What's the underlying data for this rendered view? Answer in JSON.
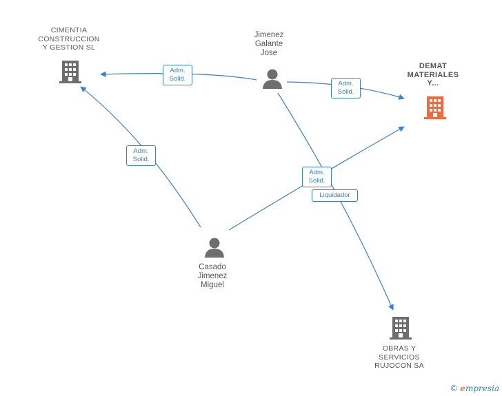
{
  "nodes": {
    "cimentia": {
      "label": "CIMENTIA CONSTRUCCION Y GESTION SL",
      "lines": [
        "CIMENTIA",
        "CONSTRUCCION",
        "Y GESTION SL"
      ],
      "type": "company"
    },
    "demat": {
      "label": "DEMAT MATERIALES Y...",
      "lines": [
        "DEMAT",
        "MATERIALES",
        "Y..."
      ],
      "type": "company-focus"
    },
    "obras": {
      "label": "OBRAS Y SERVICIOS RUJOCON SA",
      "lines": [
        "OBRAS Y",
        "SERVICIOS",
        "RUJOCON SA"
      ],
      "type": "company"
    },
    "jimenez": {
      "label": "Jimenez Galante Jose",
      "lines": [
        "Jimenez",
        "Galante",
        "Jose"
      ],
      "type": "person"
    },
    "casado": {
      "label": "Casado Jimenez Miguel",
      "lines": [
        "Casado",
        "Jimenez",
        "Miguel"
      ],
      "type": "person"
    }
  },
  "edges": [
    {
      "from": "jimenez",
      "to": "cimentia",
      "label_lines": [
        "Adm.",
        "Solid."
      ]
    },
    {
      "from": "jimenez",
      "to": "demat",
      "label_lines": [
        "Adm.",
        "Solid."
      ]
    },
    {
      "from": "casado",
      "to": "cimentia",
      "label_lines": [
        "Adm.",
        "Solid."
      ]
    },
    {
      "from": "casado",
      "to": "demat",
      "label_lines": [
        "Adm.",
        "Solid."
      ]
    },
    {
      "from": "jimenez",
      "to": "obras",
      "label_lines": [
        "Liquidador"
      ]
    }
  ],
  "colors": {
    "edge": "#3a7fd5",
    "company_icon": "#6e6e6e",
    "focus_icon": "#f26a3d",
    "person_icon": "#6e6e6e",
    "label_text": "#555555"
  },
  "icons": {
    "company": "building-icon",
    "person": "person-icon"
  },
  "brand": {
    "symbol": "©",
    "initial": "e",
    "rest": "mpresia"
  }
}
